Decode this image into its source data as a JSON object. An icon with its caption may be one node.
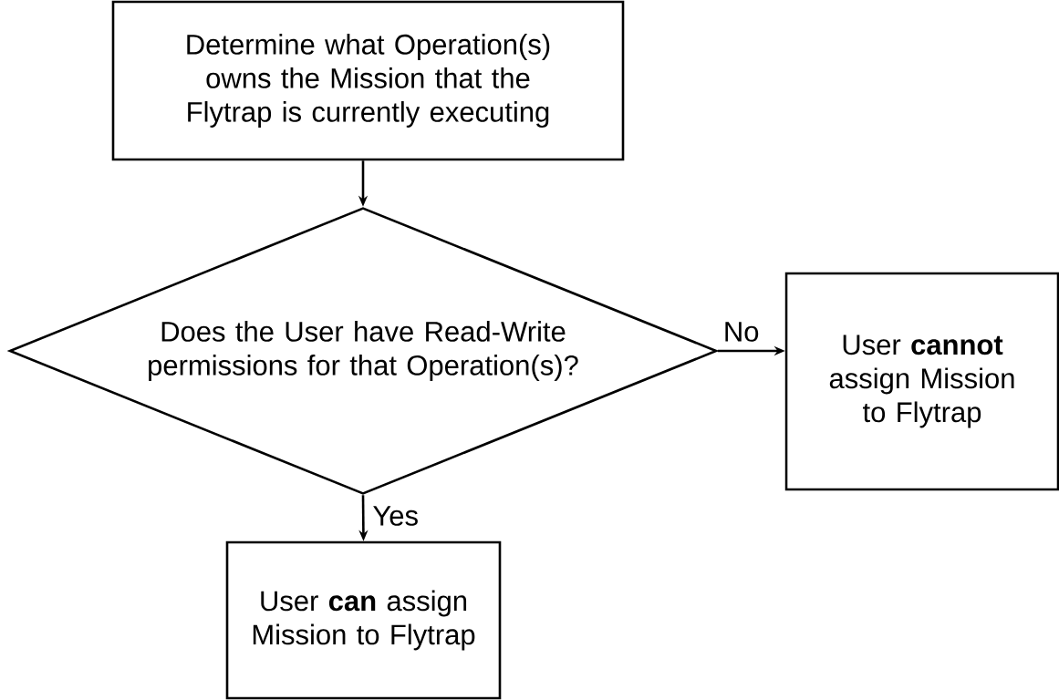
{
  "diagram": {
    "nodes": [
      {
        "text": [
          "Determine what Operation(s) owns the Mission that the Flytrap is currently executing"
        ]
      },
      {
        "text": [
          "Does the User have Read-Write permissions for that Operation(s)?"
        ]
      },
      {
        "text": [
          "User **cannot** assign Mission to Flytrap"
        ]
      },
      {
        "text": [
          "User **can** assign Mission to Flytrap"
        ]
      }
    ],
    "edges": [
      {
        "from": 0,
        "to": 1,
        "arrow": "to"
      },
      {
        "from": 1,
        "to": 2,
        "arrow": "to",
        "label": "No"
      },
      {
        "from": 1,
        "to": 3,
        "arrow": "to",
        "label": "Yes"
      }
    ]
  }
}
